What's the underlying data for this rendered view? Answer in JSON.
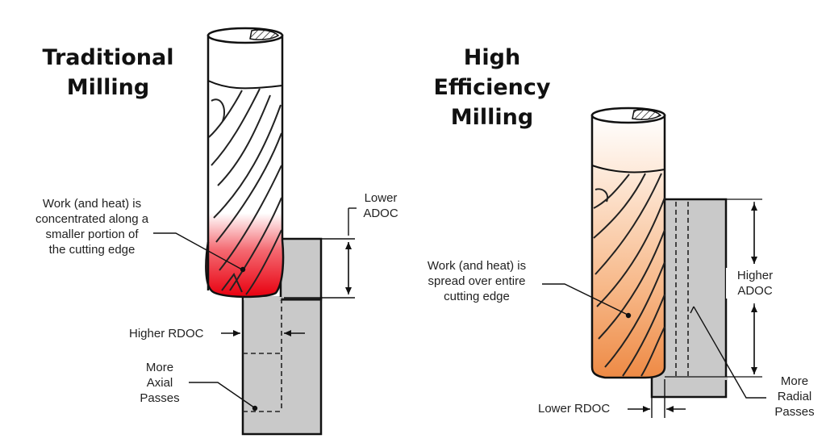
{
  "left_panel": {
    "title": [
      "Traditional",
      "Milling"
    ],
    "heat_note": [
      "Work (and heat) is",
      "concentrated along a",
      "smaller portion of",
      "the cutting edge"
    ],
    "adoc": [
      "Lower",
      "ADOC"
    ],
    "rdoc": "Higher RDOC",
    "passes": [
      "More",
      "Axial",
      "Passes"
    ],
    "heat_color": "#e8000f"
  },
  "right_panel": {
    "title": [
      "High",
      "Efficiency",
      "Milling"
    ],
    "heat_note": [
      "Work (and heat) is",
      "spread over entire",
      "cutting edge"
    ],
    "adoc": [
      "Higher",
      "ADOC"
    ],
    "rdoc": "Lower RDOC",
    "passes": [
      "More",
      "Radial",
      "Passes"
    ],
    "heat_color": "#ee8a45"
  },
  "workpiece_color": "#c9c9c9"
}
